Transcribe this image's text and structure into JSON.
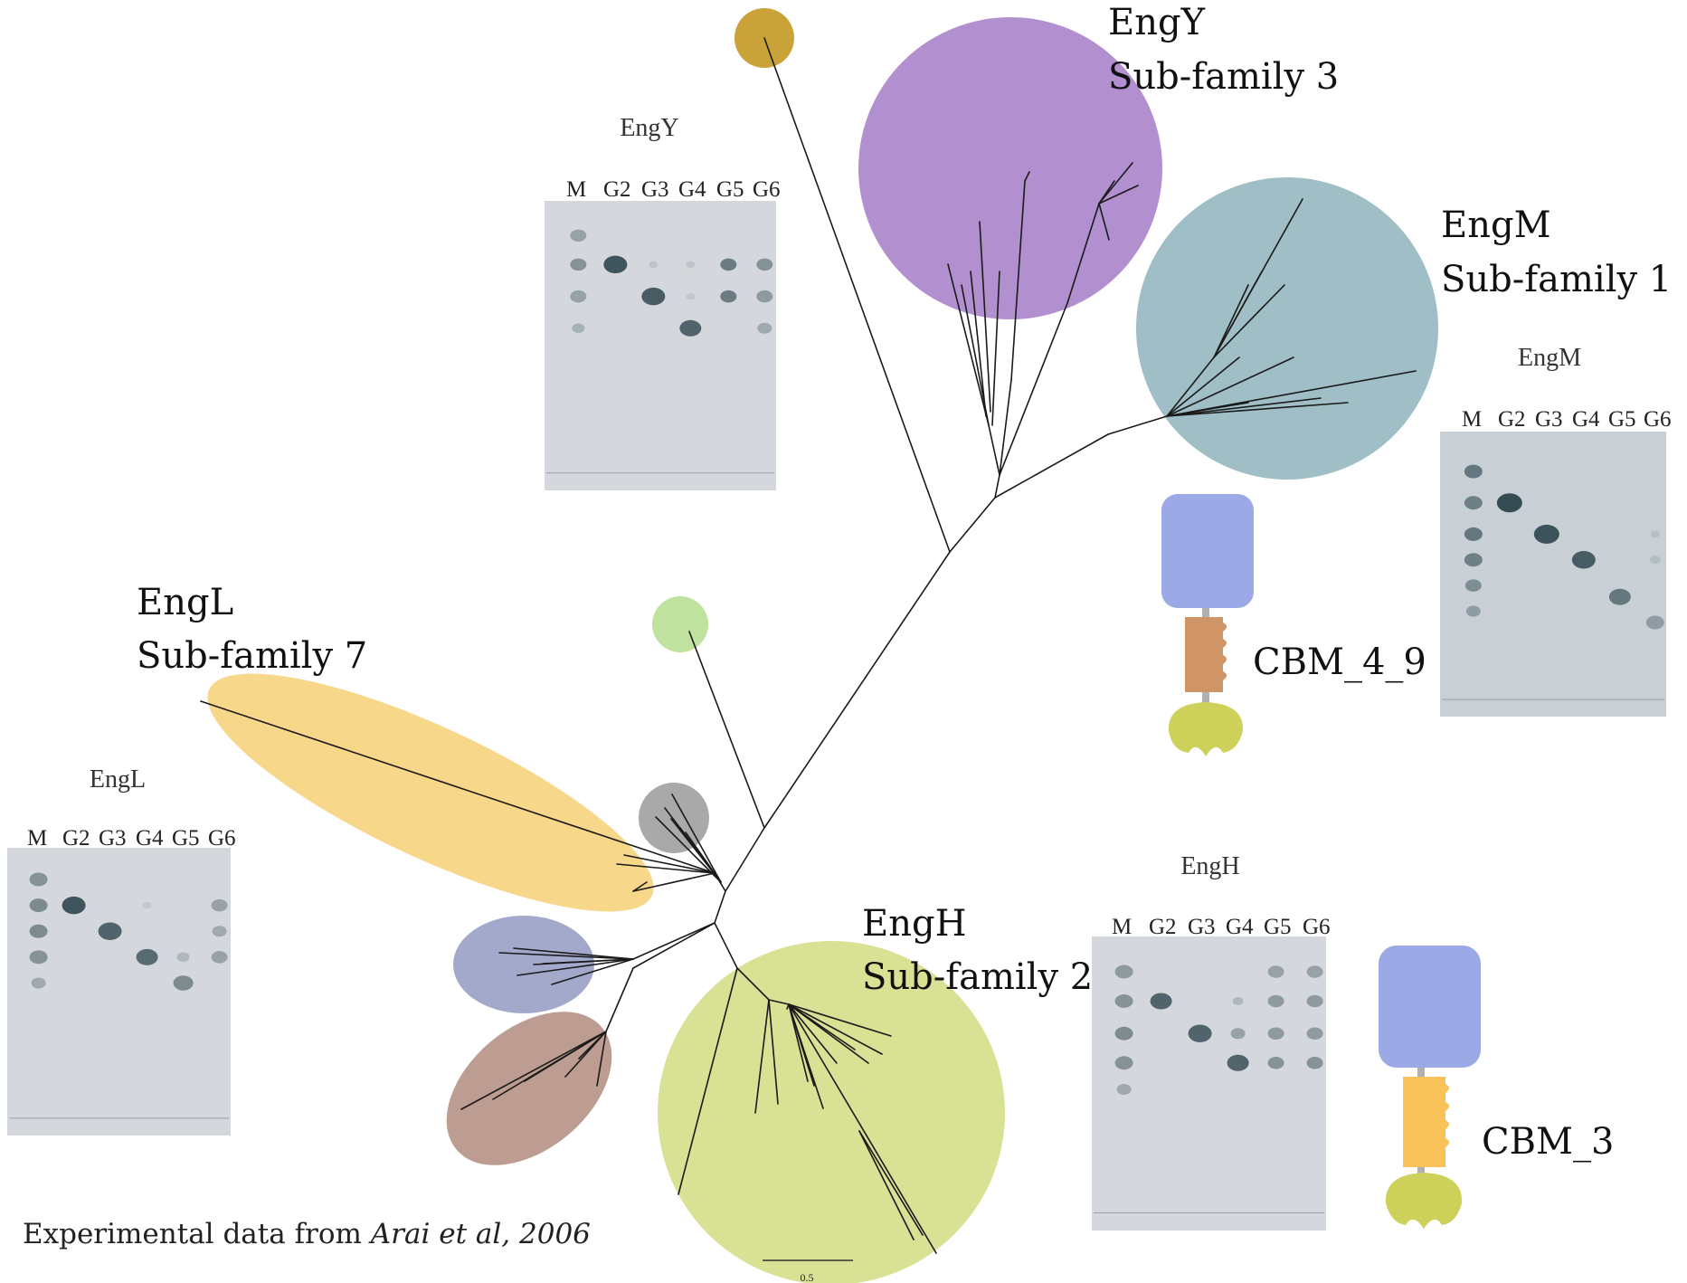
{
  "clades": {
    "engy": {
      "name": "EngY",
      "subfamily": "Sub-family 3",
      "color": "#b290cf"
    },
    "engm": {
      "name": "EngM",
      "subfamily": "Sub-family 1",
      "color": "#9fbec5"
    },
    "engl": {
      "name": "EngL",
      "subfamily": "Sub-family 7",
      "color": "#f7d88a"
    },
    "engh": {
      "name": "EngH",
      "subfamily": "Sub-family 2",
      "color": "#d9e194"
    }
  },
  "unlabeled_clade_colors": [
    "#c9a33a",
    "#bfe39e",
    "#a9a9a9",
    "#a3a9cb",
    "#bd9d92"
  ],
  "gels": {
    "engy": {
      "title": "EngY",
      "lanes": [
        "M",
        "G2",
        "G3",
        "G4",
        "G5",
        "G6"
      ]
    },
    "engm": {
      "title": "EngM",
      "lanes": [
        "M",
        "G2",
        "G3",
        "G4",
        "G5",
        "G6"
      ]
    },
    "engl": {
      "title": "EngL",
      "lanes": [
        "M",
        "G2",
        "G3",
        "G4",
        "G5",
        "G6"
      ]
    },
    "engh": {
      "title": "EngH",
      "lanes": [
        "M",
        "G2",
        "G3",
        "G4",
        "G5",
        "G6"
      ]
    }
  },
  "domains": [
    {
      "label": "CBM_4_9",
      "catalytic_color": "#9ba9e6",
      "cbm_color": "#d09566",
      "tail_color": "#cdd15a"
    },
    {
      "label": "CBM_3",
      "catalytic_color": "#9ba9e6",
      "cbm_color": "#fac35a",
      "tail_color": "#cdd15a"
    }
  ],
  "scale_bar": {
    "label": "0.5"
  },
  "caption": {
    "prefix": "Experimental data from ",
    "citation": "Arai et al, 2006"
  }
}
